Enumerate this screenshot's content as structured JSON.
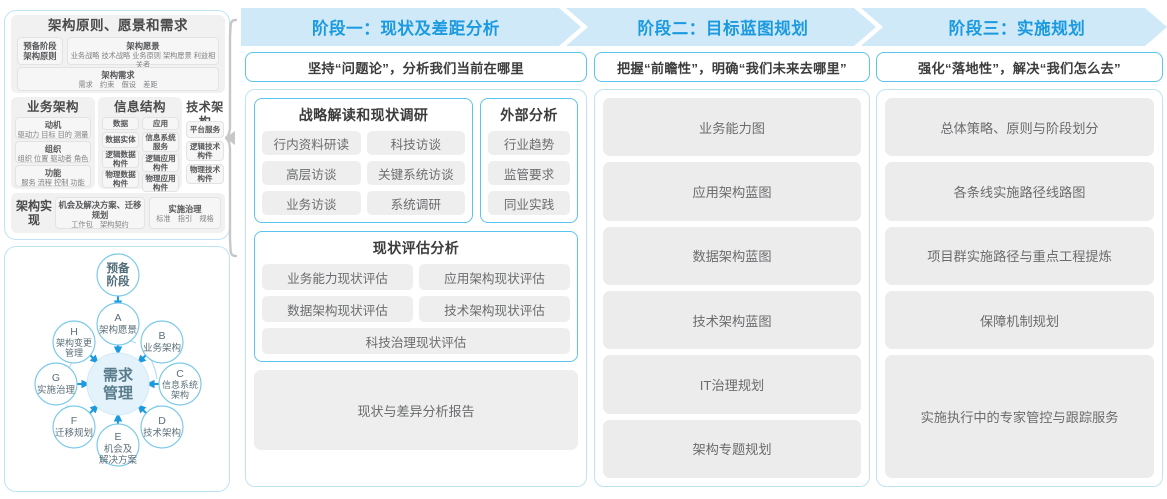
{
  "left_panel": {
    "framework": {
      "header": {
        "title": "架构原则、愿景和需求",
        "prep": {
          "title": "预备阶段",
          "items": "架构原则"
        },
        "vision": {
          "title": "架构愿景",
          "items": "业务战略 技术战略 业务原则 架构愿景 利益相关者"
        },
        "requirements": {
          "title": "架构需求",
          "items": "需求　约束　假设　差距"
        }
      },
      "columns": [
        {
          "title": "业务架构",
          "items": [
            {
              "title": "动机",
              "items": "驱动力 目标 目的 测量"
            },
            {
              "title": "组织",
              "items": "组织 位置 驱动者 角色"
            },
            {
              "title": "功能",
              "items": "服务 流程 控制 功能"
            }
          ]
        },
        {
          "title": "信息结构",
          "subcolumns": [
            {
              "title": "数据",
              "items": [
                "数据实体",
                "逻辑数据构件",
                "物理数据构件"
              ]
            },
            {
              "title": "应用",
              "items": [
                "信息系统服务",
                "逻辑应用构件",
                "物理应用构件"
              ]
            }
          ]
        },
        {
          "title": "技术架构",
          "items": [
            "平台服务",
            "逻辑技术构件",
            "物理技术构件"
          ]
        }
      ],
      "footer": {
        "label": "架构实现",
        "blocks": [
          {
            "title": "机会及解决方案、迁移规划",
            "items": "工作包　架构契约"
          },
          {
            "title": "实施治理",
            "items": "标准　指引　规格"
          }
        ]
      }
    },
    "adm": {
      "center": "需求管理",
      "top_node": "预备阶段",
      "nodes": [
        {
          "key": "A",
          "label": "架构愿景"
        },
        {
          "key": "B",
          "label": "业务架构"
        },
        {
          "key": "C",
          "label": "信息系统架构"
        },
        {
          "key": "D",
          "label": "技术架构"
        },
        {
          "key": "E",
          "label": "机会及解决方案"
        },
        {
          "key": "F",
          "label": "迁移规划"
        },
        {
          "key": "G",
          "label": "实施治理"
        },
        {
          "key": "H",
          "label": "架构变更管理"
        }
      ]
    }
  },
  "phases": [
    {
      "band_label": "阶段一：现状及差距分析",
      "statement": "坚持“问题论”，分析我们当前在哪里",
      "groups": [
        {
          "title": "战略解读和现状调研",
          "chips": [
            "行内资料研读",
            "科技访谈",
            "高层访谈",
            "关键系统访谈",
            "业务访谈",
            "系统调研"
          ]
        },
        {
          "title": "外部分析",
          "chips": [
            "行业趋势",
            "监管要求",
            "同业实践"
          ]
        },
        {
          "title": "现状评估分析",
          "chips": [
            "业务能力现状评估",
            "应用架构现状评估",
            "数据架构现状评估",
            "技术架构现状评估"
          ],
          "full_chip": "科技治理现状评估"
        }
      ],
      "report": "现状与差异分析报告"
    },
    {
      "band_label": "阶段二：目标蓝图规划",
      "statement": "把握“前瞻性”，明确“我们未来去哪里”",
      "items": [
        "业务能力图",
        "应用架构蓝图",
        "数据架构蓝图",
        "技术架构蓝图",
        "IT治理规划",
        "架构专题规划"
      ]
    },
    {
      "band_label": "阶段三：实施规划",
      "statement": "强化“落地性”，解决“我们怎么去”",
      "items": [
        "总体策略、原则与阶段划分",
        "各条线实施路径线路图",
        "项目群实施路径与重点工程提炼",
        "保障机制规划",
        "实施执行中的专家管控与跟踪服务"
      ]
    }
  ],
  "colors": {
    "accent_blue": "#1b9ae0",
    "band_blue": "#cfe9f8",
    "border_blue": "#5bc4ef",
    "panel_border": "#bfe3f4",
    "chip_grey": "#eeeeee",
    "text_grey": "#6b6c6e"
  }
}
